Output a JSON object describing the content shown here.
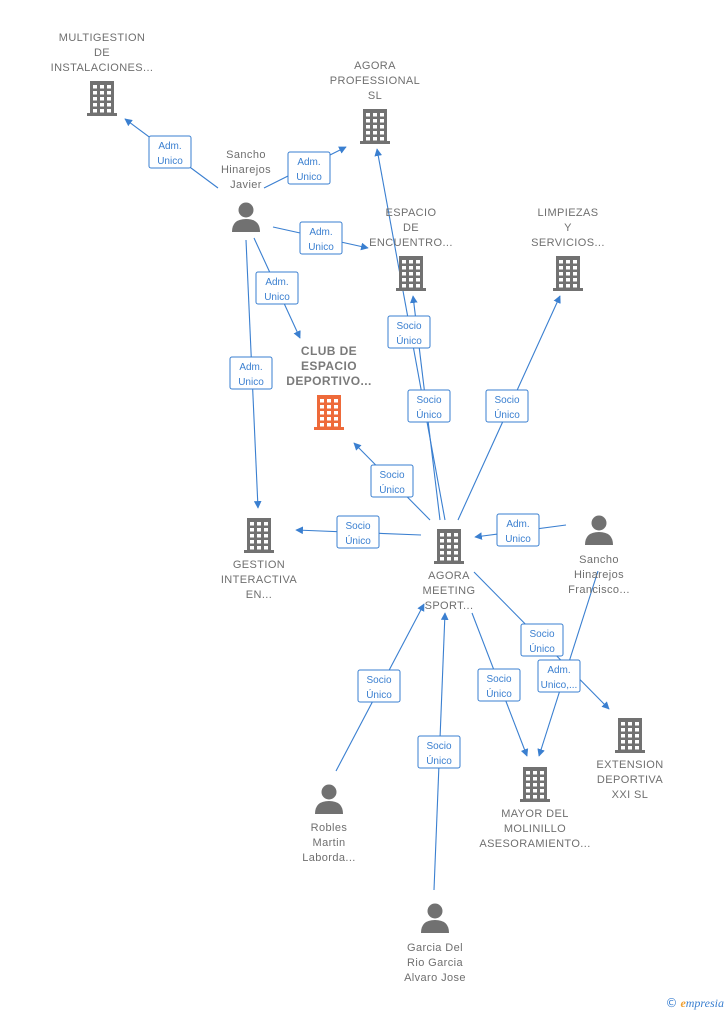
{
  "nodes": [
    {
      "id": "multigestion",
      "type": "company",
      "lines": [
        "MULTIGESTION",
        "DE",
        "INSTALACIONES..."
      ]
    },
    {
      "id": "agora_professional",
      "type": "company",
      "lines": [
        "AGORA",
        "PROFESSIONAL",
        "SL"
      ]
    },
    {
      "id": "sancho_javier",
      "type": "person",
      "lines": [
        "Sancho",
        "Hinarejos",
        "Javier"
      ]
    },
    {
      "id": "espacio_encuentro",
      "type": "company",
      "lines": [
        "ESPACIO",
        "DE",
        "ENCUENTRO..."
      ]
    },
    {
      "id": "limpiezas",
      "type": "company",
      "lines": [
        "LIMPIEZAS",
        "Y",
        "SERVICIOS..."
      ]
    },
    {
      "id": "club_espacio",
      "type": "company_main",
      "lines": [
        "CLUB DE",
        "ESPACIO",
        "DEPORTIVO..."
      ]
    },
    {
      "id": "gestion_interactiva",
      "type": "company",
      "lines": [
        "GESTION",
        "INTERACTIVA",
        "EN..."
      ]
    },
    {
      "id": "agora_meeting",
      "type": "company",
      "lines": [
        "AGORA",
        "MEETING",
        "SPORT..."
      ]
    },
    {
      "id": "sancho_francisco",
      "type": "person",
      "lines": [
        "Sancho",
        "Hinarejos",
        "Francisco..."
      ]
    },
    {
      "id": "extension_deportiva",
      "type": "company",
      "lines": [
        "EXTENSION",
        "DEPORTIVA",
        "XXI SL"
      ]
    },
    {
      "id": "robles",
      "type": "person",
      "lines": [
        "Robles",
        "Martin",
        "Laborda..."
      ]
    },
    {
      "id": "mayor_molinillo",
      "type": "company",
      "lines": [
        "MAYOR DEL",
        "MOLINILLO",
        "ASESORAMIENTO..."
      ]
    },
    {
      "id": "garcia_rio",
      "type": "person",
      "lines": [
        "Garcia Del",
        "Rio Garcia",
        "Alvaro Jose"
      ]
    }
  ],
  "edges": [
    {
      "id": "e1",
      "from": "sancho_javier",
      "to": "multigestion",
      "label": [
        "Adm.",
        "Unico"
      ]
    },
    {
      "id": "e2",
      "from": "sancho_javier",
      "to": "agora_professional",
      "label": [
        "Adm.",
        "Unico"
      ]
    },
    {
      "id": "e3",
      "from": "sancho_javier",
      "to": "espacio_encuentro",
      "label": [
        "Adm.",
        "Unico"
      ]
    },
    {
      "id": "e4",
      "from": "sancho_javier",
      "to": "club_espacio",
      "label": [
        "Adm.",
        "Unico"
      ]
    },
    {
      "id": "e5",
      "from": "sancho_javier",
      "to": "gestion_interactiva",
      "label": [
        "Adm.",
        "Unico"
      ]
    },
    {
      "id": "e6",
      "from": "agora_meeting",
      "to": "espacio_encuentro",
      "label": [
        "Socio",
        "Único"
      ]
    },
    {
      "id": "e7",
      "from": "agora_meeting",
      "to": "agora_professional",
      "label": [
        "Socio",
        "Único"
      ]
    },
    {
      "id": "e8",
      "from": "agora_meeting",
      "to": "limpiezas",
      "label": [
        "Socio",
        "Único"
      ]
    },
    {
      "id": "e9",
      "from": "agora_meeting",
      "to": "club_espacio",
      "label": [
        "Socio",
        "Único"
      ]
    },
    {
      "id": "e10",
      "from": "agora_meeting",
      "to": "gestion_interactiva",
      "label": [
        "Socio",
        "Único"
      ]
    },
    {
      "id": "e11",
      "from": "sancho_francisco",
      "to": "agora_meeting",
      "label": [
        "Adm.",
        "Unico"
      ]
    },
    {
      "id": "e12",
      "from": "agora_meeting",
      "to": "extension_deportiva",
      "label": [
        "Socio",
        "Único"
      ]
    },
    {
      "id": "e13",
      "from": "sancho_francisco",
      "to": "mayor_molinillo",
      "label": [
        "Adm.",
        "Unico,..."
      ]
    },
    {
      "id": "e14",
      "from": "agora_meeting",
      "to": "mayor_molinillo",
      "label": [
        "Socio",
        "Único"
      ]
    },
    {
      "id": "e15",
      "from": "robles",
      "to": "agora_meeting",
      "label": [
        "Socio",
        "Único"
      ]
    },
    {
      "id": "e16",
      "from": "garcia_rio",
      "to": "agora_meeting",
      "label": [
        "Socio",
        "Único"
      ]
    }
  ],
  "brand": {
    "copyright": "©",
    "initial": "e",
    "name": "mpresia"
  },
  "colors": {
    "edge": "#3a7fd0",
    "company": "#717171",
    "main_company": "#ee6a3a",
    "person": "#717171"
  }
}
